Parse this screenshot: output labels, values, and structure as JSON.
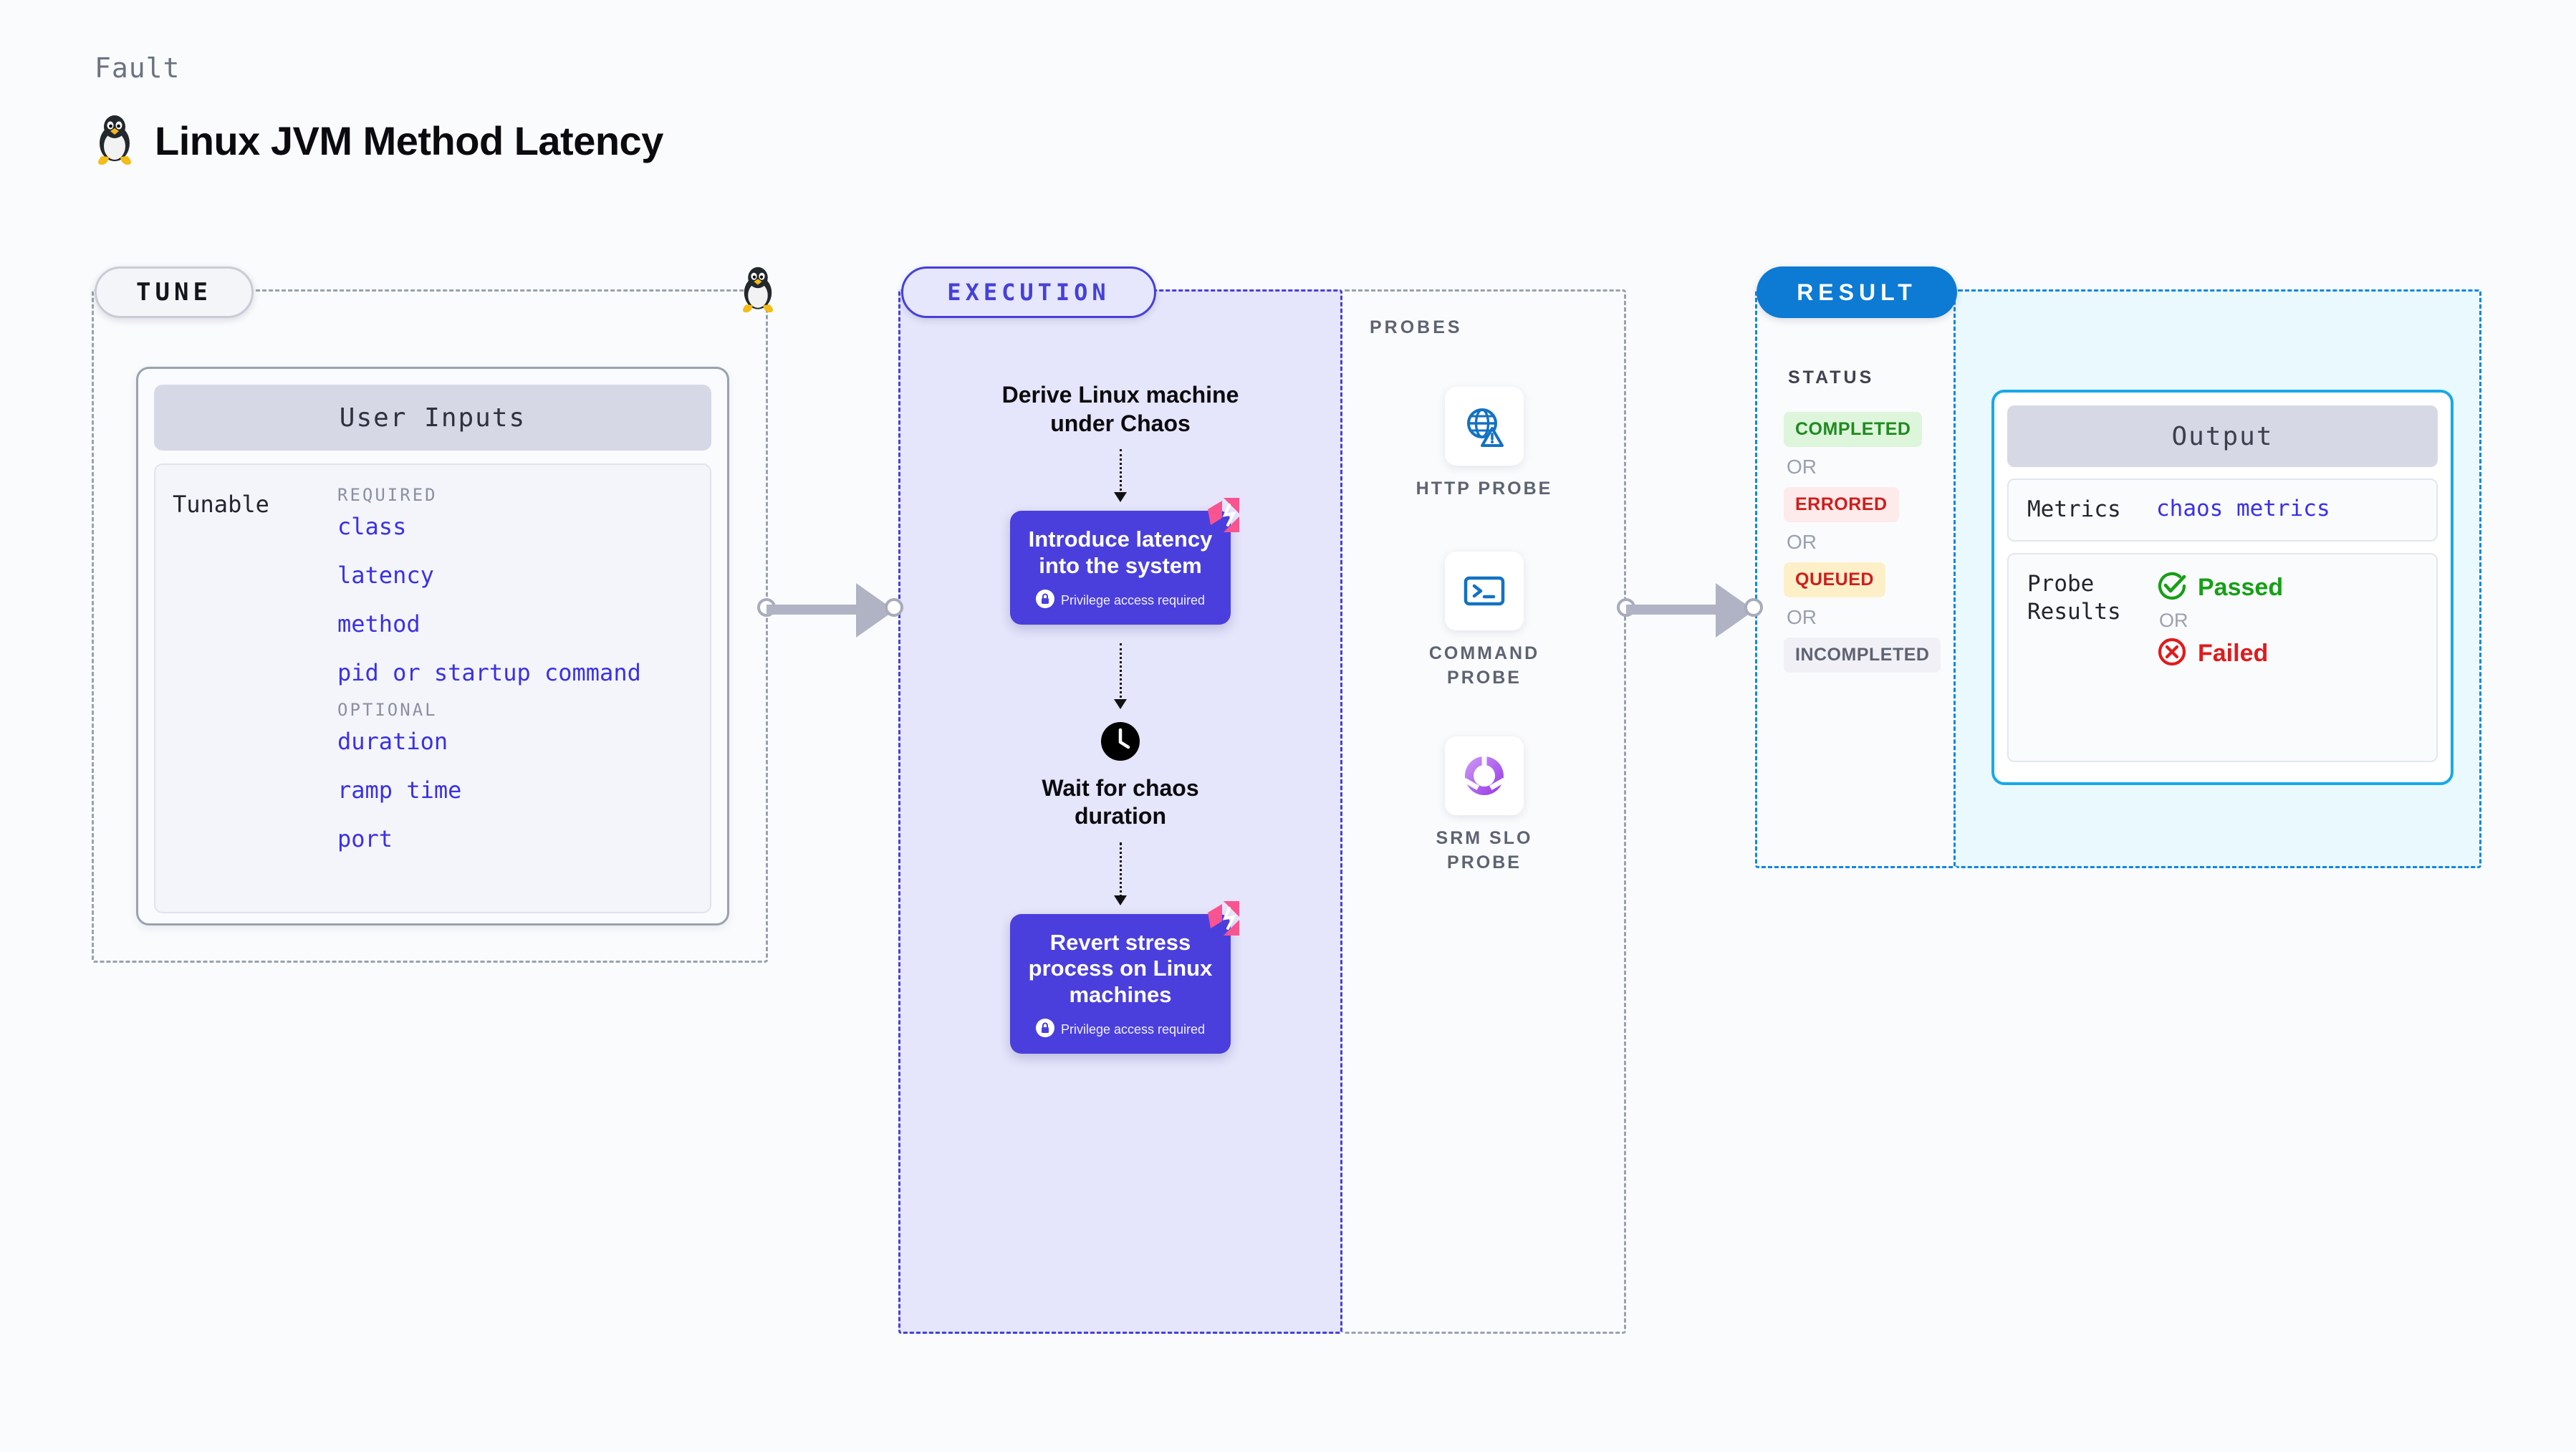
{
  "header": {
    "kicker": "Fault",
    "title": "Linux JVM Method Latency",
    "icon": "linux-penguin-icon"
  },
  "stages": {
    "tune": {
      "label": "TUNE"
    },
    "execution": {
      "label": "EXECUTION"
    },
    "probes": {
      "label": "PROBES"
    },
    "result": {
      "label": "RESULT"
    }
  },
  "tune": {
    "card_title": "User Inputs",
    "row_label": "Tunable",
    "required_label": "REQUIRED",
    "optional_label": "OPTIONAL",
    "required": [
      "class",
      "latency",
      "method",
      "pid or startup command"
    ],
    "optional": [
      "duration",
      "ramp time",
      "port"
    ]
  },
  "execution": {
    "derive_text": "Derive Linux machine\nunder Chaos",
    "node1": {
      "title": "Introduce latency\ninto the system",
      "privilege": "Privilege access required",
      "badge_icon": "chaos-litmus-icon",
      "lock_icon": "lock-icon"
    },
    "wait_text": "Wait for chaos\nduration",
    "wait_icon": "clock-icon",
    "node2": {
      "title": "Revert stress\nprocess on Linux\nmachines",
      "privilege": "Privilege access required",
      "badge_icon": "chaos-litmus-icon",
      "lock_icon": "lock-icon"
    }
  },
  "probes": [
    {
      "label": "HTTP PROBE",
      "icon": "globe-warning-icon"
    },
    {
      "label": "COMMAND PROBE",
      "icon": "terminal-icon"
    },
    {
      "label": "SRM SLO PROBE",
      "icon": "donut-check-icon"
    }
  ],
  "result": {
    "status_label": "STATUS",
    "or_label": "OR",
    "statuses": [
      {
        "text": "COMPLETED",
        "color": "#1f8b1f",
        "bg": "#ddf5db"
      },
      {
        "text": "ERRORED",
        "color": "#cf1d1d",
        "bg": "#fdeaea"
      },
      {
        "text": "QUEUED",
        "color": "#cf1d1d",
        "bg": "#fdf0c9"
      },
      {
        "text": "INCOMPLETED",
        "color": "#5d6372",
        "bg": "#f0f0f6"
      }
    ]
  },
  "output": {
    "card_title": "Output",
    "metrics_key": "Metrics",
    "metrics_value": "chaos metrics",
    "probe_results_key": "Probe\nResults",
    "passed_text": "Passed",
    "failed_text": "Failed",
    "or_label": "OR",
    "passed_icon": "check-circle-icon",
    "failed_icon": "x-circle-icon"
  },
  "colors": {
    "accent_purple": "#4a3fdd",
    "accent_blue": "#0d7ad4",
    "accent_cyan": "#17a9e8",
    "chaos_pink": "#f9548f",
    "tunable_blue": "#3a30e8",
    "exec_bg": "#e5e5fb",
    "output_bg": "#eaf9fe"
  }
}
